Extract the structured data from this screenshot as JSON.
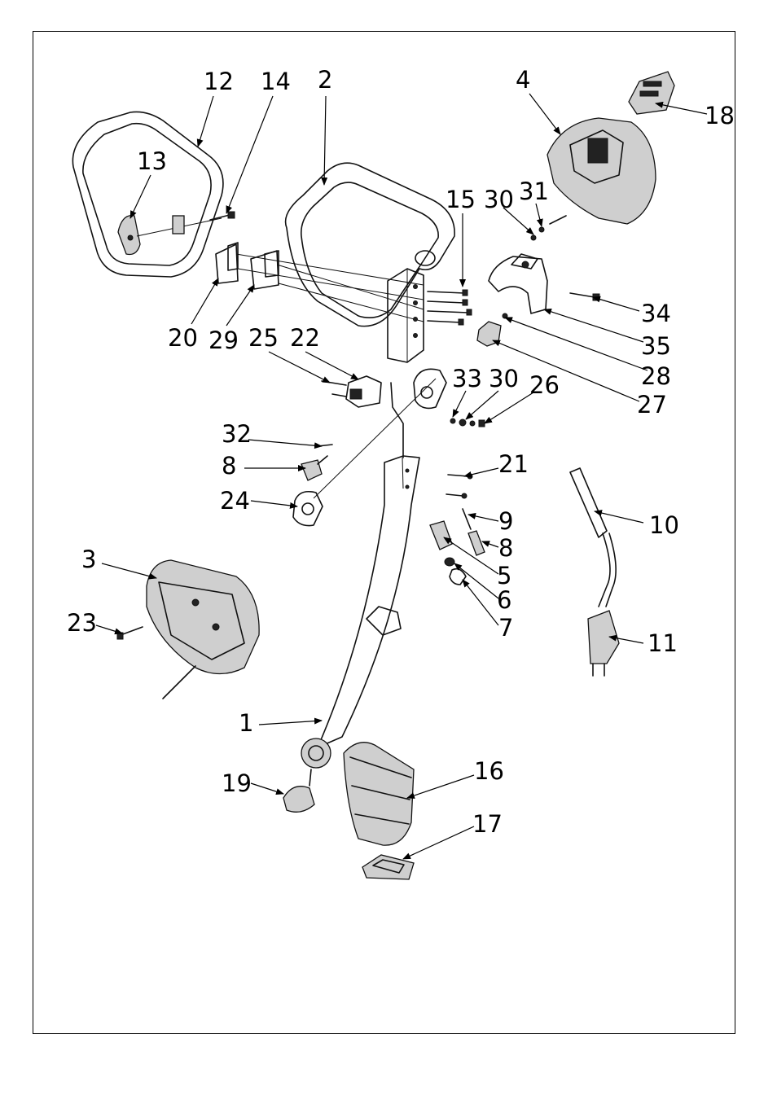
{
  "callouts": [
    {
      "id": "12",
      "text": "12"
    },
    {
      "id": "14",
      "text": "14"
    },
    {
      "id": "2",
      "text": "2"
    },
    {
      "id": "4",
      "text": "4"
    },
    {
      "id": "18",
      "text": "18"
    },
    {
      "id": "13",
      "text": "13"
    },
    {
      "id": "15",
      "text": "15"
    },
    {
      "id": "30a",
      "text": "30"
    },
    {
      "id": "31",
      "text": "31"
    },
    {
      "id": "34",
      "text": "34"
    },
    {
      "id": "35",
      "text": "35"
    },
    {
      "id": "28",
      "text": "28"
    },
    {
      "id": "27",
      "text": "27"
    },
    {
      "id": "20",
      "text": "20"
    },
    {
      "id": "29",
      "text": "29"
    },
    {
      "id": "25",
      "text": "25"
    },
    {
      "id": "22",
      "text": "22"
    },
    {
      "id": "33",
      "text": "33"
    },
    {
      "id": "30b",
      "text": "30"
    },
    {
      "id": "26",
      "text": "26"
    },
    {
      "id": "32",
      "text": "32"
    },
    {
      "id": "8a",
      "text": "8"
    },
    {
      "id": "21",
      "text": "21"
    },
    {
      "id": "24",
      "text": "24"
    },
    {
      "id": "9",
      "text": "9"
    },
    {
      "id": "10",
      "text": "10"
    },
    {
      "id": "8b",
      "text": "8"
    },
    {
      "id": "5",
      "text": "5"
    },
    {
      "id": "6",
      "text": "6"
    },
    {
      "id": "7",
      "text": "7"
    },
    {
      "id": "3",
      "text": "3"
    },
    {
      "id": "23",
      "text": "23"
    },
    {
      "id": "11",
      "text": "11"
    },
    {
      "id": "1",
      "text": "1"
    },
    {
      "id": "16",
      "text": "16"
    },
    {
      "id": "19",
      "text": "19"
    },
    {
      "id": "17",
      "text": "17"
    }
  ]
}
